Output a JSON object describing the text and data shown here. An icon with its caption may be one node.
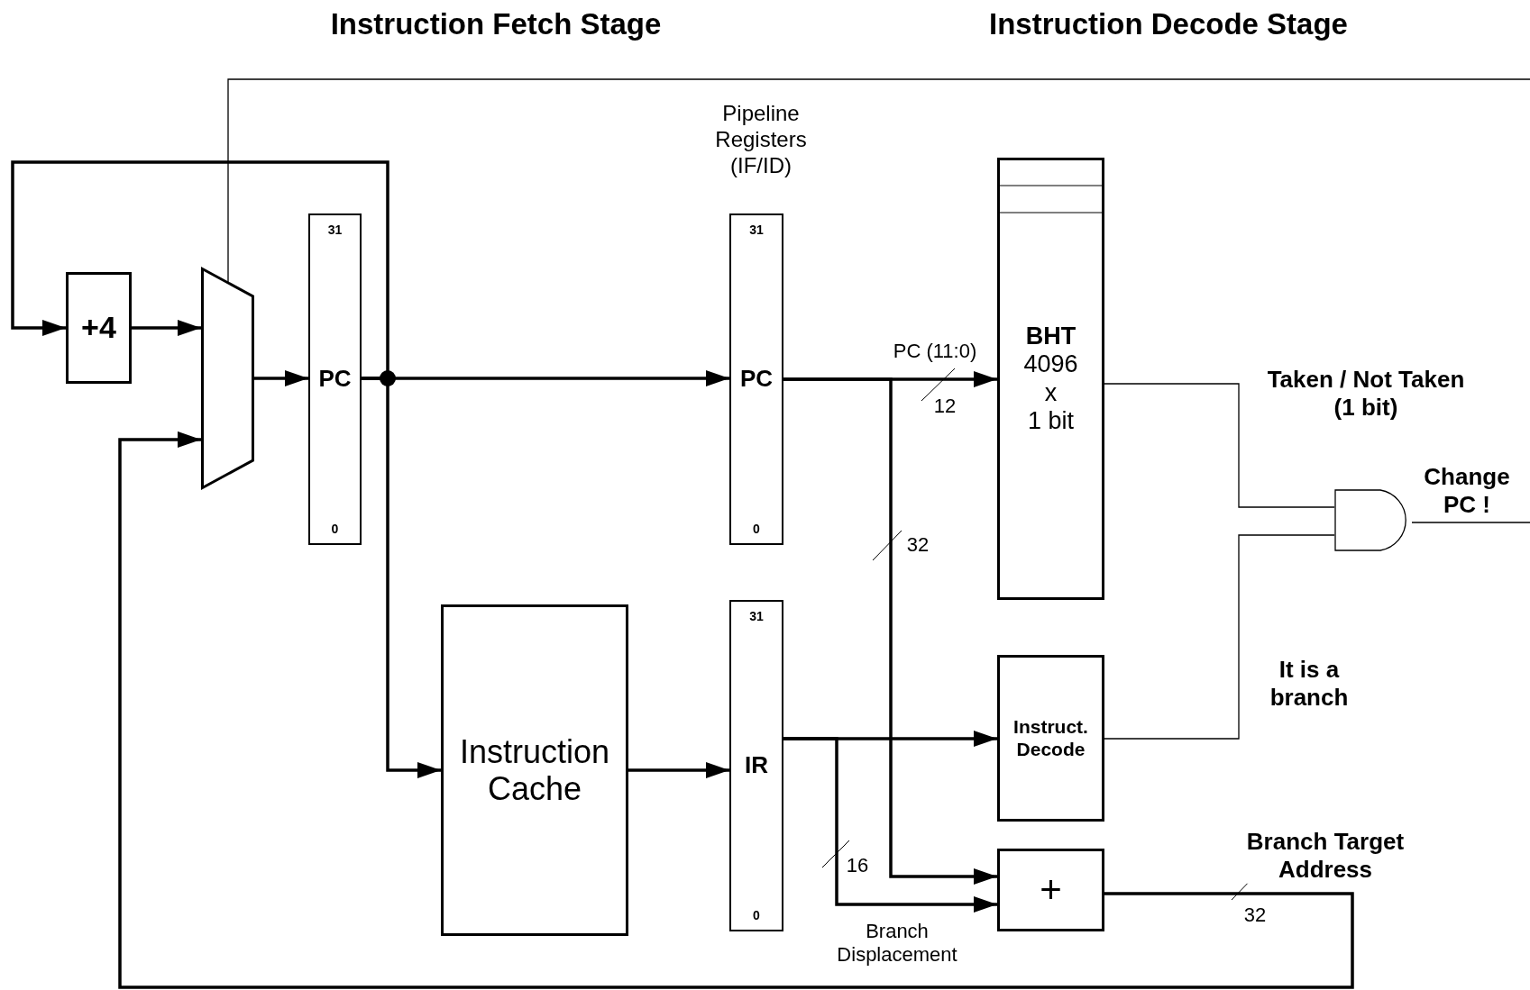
{
  "diagram": {
    "nodes": [
      {
        "text": [
          "+4"
        ]
      },
      {
        "text": [],
        "shape": "trapezoid"
      },
      {
        "text": [
          "31",
          "PC",
          "0"
        ]
      },
      {
        "text": [
          "31",
          "PC",
          "0"
        ]
      },
      {
        "text": [
          "Instruction Cache"
        ]
      },
      {
        "text": [
          "31",
          "IR",
          "0"
        ]
      },
      {
        "text": [
          "BHT",
          "4096",
          "x",
          "1 bit"
        ]
      },
      {
        "text": [
          "Instruct. Decode"
        ]
      },
      {
        "text": [
          "+"
        ]
      },
      {
        "text": [],
        "shape": "gate"
      }
    ],
    "edges": [
      {
        "from": 0,
        "to": 1,
        "arrow": "to"
      },
      {
        "from": 1,
        "to": 2,
        "arrow": "to"
      },
      {
        "from": 2,
        "to": 3,
        "arrow": "to"
      },
      {
        "from": 2,
        "to": 0,
        "arrow": "to"
      },
      {
        "from": 2,
        "to": 4,
        "arrow": "to"
      },
      {
        "from": 4,
        "to": 5,
        "arrow": "to"
      },
      {
        "from": 3,
        "to": 6,
        "arrow": "to",
        "label": "PC (11:0)"
      },
      {
        "from": 3,
        "to": 8,
        "arrow": "to"
      },
      {
        "from": 5,
        "to": 7,
        "arrow": "to"
      },
      {
        "from": 5,
        "to": 8,
        "arrow": "to",
        "label": "Branch Displacement"
      },
      {
        "from": 6,
        "to": 9,
        "arrow": "none",
        "label": "Taken / Not Taken (1 bit)"
      },
      {
        "from": 7,
        "to": 9,
        "arrow": "none",
        "label": "It is a branch"
      },
      {
        "from": 8,
        "to": 1,
        "arrow": "to",
        "label": "Branch Target Address"
      },
      {
        "from": 9,
        "to": null,
        "arrow": "none",
        "label": "Change PC !"
      },
      {
        "from": null,
        "to": 1,
        "arrow": "none"
      }
    ],
    "labels": [
      "Instruction Fetch Stage",
      "Instruction Decode Stage",
      "Pipeline Registers (IF/ID)",
      "12",
      "32",
      "16",
      "32"
    ]
  }
}
